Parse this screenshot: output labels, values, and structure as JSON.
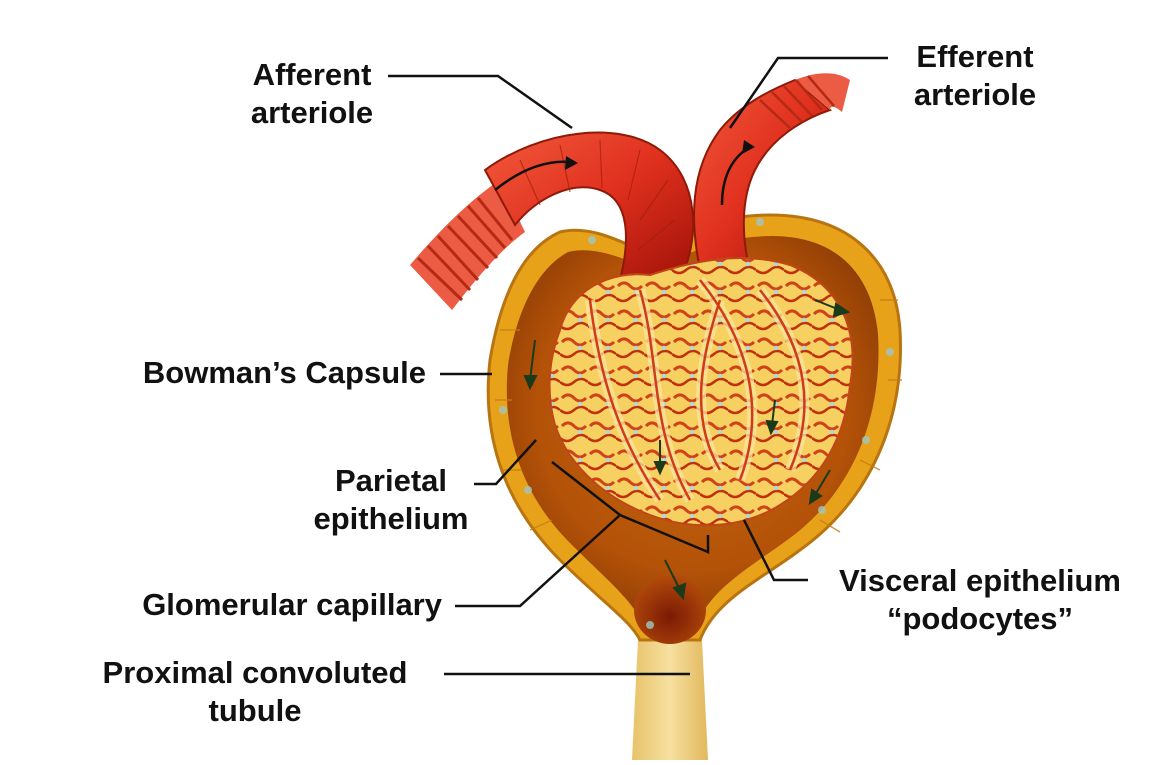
{
  "labels": {
    "afferent": {
      "line1": "Afferent",
      "line2": "arteriole"
    },
    "efferent": {
      "line1": "Efferent",
      "line2": "arteriole"
    },
    "bowmans": {
      "line1": "Bowman’s Capsule"
    },
    "parietal": {
      "line1": "Parietal",
      "line2": "epithelium"
    },
    "glomerular": {
      "line1": "Glomerular capillary"
    },
    "visceral": {
      "line1": "Visceral epithelium",
      "line2": "“podocytes”"
    },
    "proximal": {
      "line1": "Proximal convoluted",
      "line2": "tubule"
    }
  },
  "colors": {
    "artery": "#e0301e",
    "artery_dark": "#a01208",
    "capsule_outer": "#e8a21a",
    "capsule_inner": "#b85a08",
    "tubule": "#f4d58a",
    "glomerulus": "#f6d060",
    "leader_line": "#111111"
  }
}
